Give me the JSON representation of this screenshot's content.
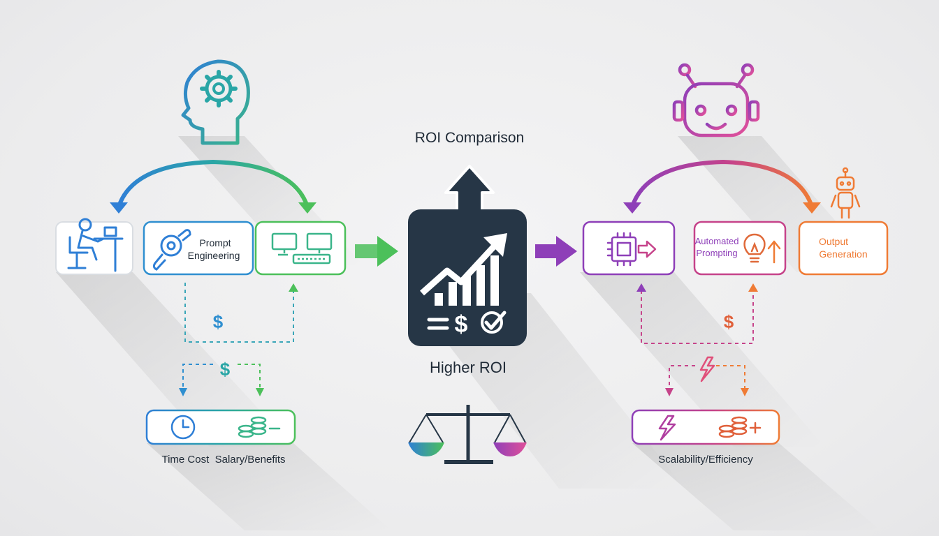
{
  "title": "ROI Comparison",
  "center": {
    "label": "Higher ROI"
  },
  "left": {
    "step2": {
      "line1": "Prompt",
      "line2": "Engineering"
    },
    "caption_time": "Time Cost",
    "caption_salary": "Salary/Benefits",
    "cost_symbol": "$"
  },
  "right": {
    "step2": {
      "line1": "Automated",
      "line2": "Prompting"
    },
    "step3": {
      "line1": "Output",
      "line2": "Generation"
    },
    "caption": "Scalability/Efficiency",
    "cost_symbol": "$"
  },
  "colors": {
    "left_start": "#2f7fd6",
    "left_mid": "#2aa6a6",
    "left_end": "#4cc05a",
    "right_purple": "#8e3fb8",
    "right_pink": "#c6438a",
    "right_orange": "#ef7b35",
    "center_dark": "#263646"
  },
  "icons": {
    "left_top": "human-head-gear-icon",
    "right_top": "robot-head-icon",
    "center": "growth-chart-dollar-check-icon",
    "scale": "balance-scale-icon"
  }
}
